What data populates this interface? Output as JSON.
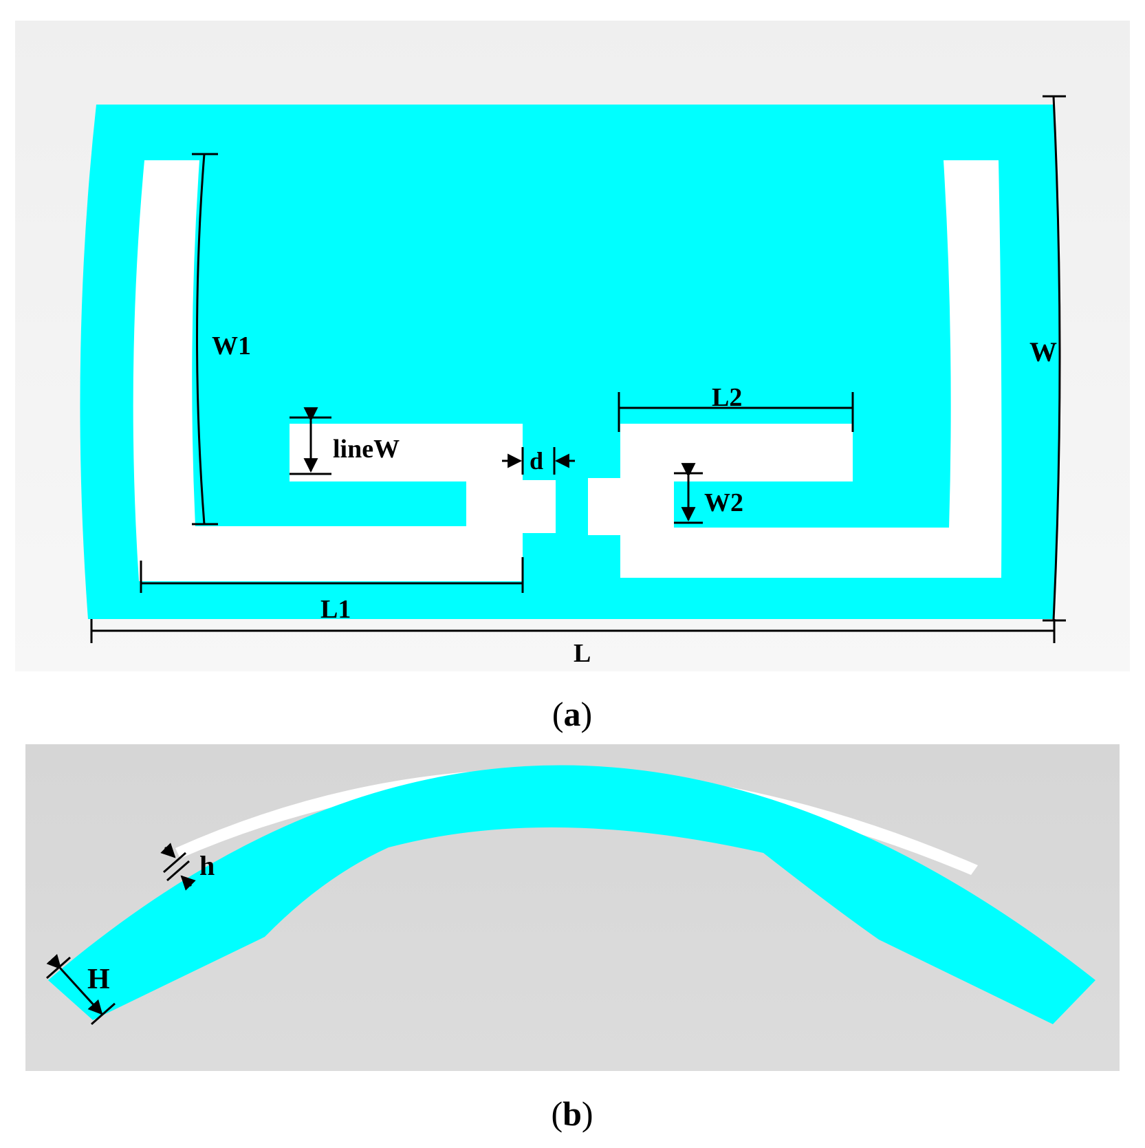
{
  "colors": {
    "substrate": "#00FFFF",
    "slot": "#FFFFFF",
    "background_a": "#F4F4F4",
    "background_b": "#D9D9D9",
    "dimension_line": "#000000"
  },
  "panel_a": {
    "caption_open": "(",
    "caption_letter": "a",
    "caption_close": ")",
    "labels": {
      "W1": "W1",
      "W": "W",
      "L2": "L2",
      "lineW": "lineW",
      "d": "d",
      "W2": "W2",
      "L1": "L1",
      "L": "L"
    }
  },
  "panel_b": {
    "caption_open": "(",
    "caption_letter": "b",
    "caption_close": ")",
    "labels": {
      "h": "h",
      "H": "H"
    }
  }
}
